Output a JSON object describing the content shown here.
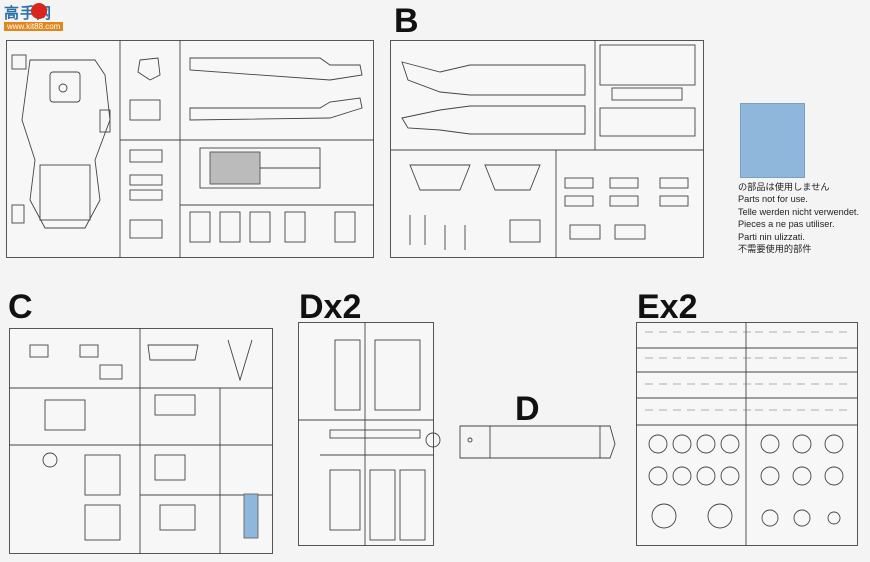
{
  "watermark": {
    "text": "高手网",
    "url": "www.kit88.com"
  },
  "sprues": [
    {
      "key": "A",
      "label": ""
    },
    {
      "key": "B",
      "label": "B"
    },
    {
      "key": "C",
      "label": "C"
    },
    {
      "key": "D",
      "label": "Dx2"
    },
    {
      "key": "D_single",
      "label": "D"
    },
    {
      "key": "E",
      "label": "Ex2"
    }
  ],
  "legend": {
    "swatch_color": "#8fb7dc",
    "lines": [
      "の部品は使用しません",
      "Parts not for use.",
      "Telle werden nicht verwendet.",
      "Pieces a ne pas utiliser.",
      "Parti nin ulizzati.",
      "不需要使用的部件"
    ]
  }
}
